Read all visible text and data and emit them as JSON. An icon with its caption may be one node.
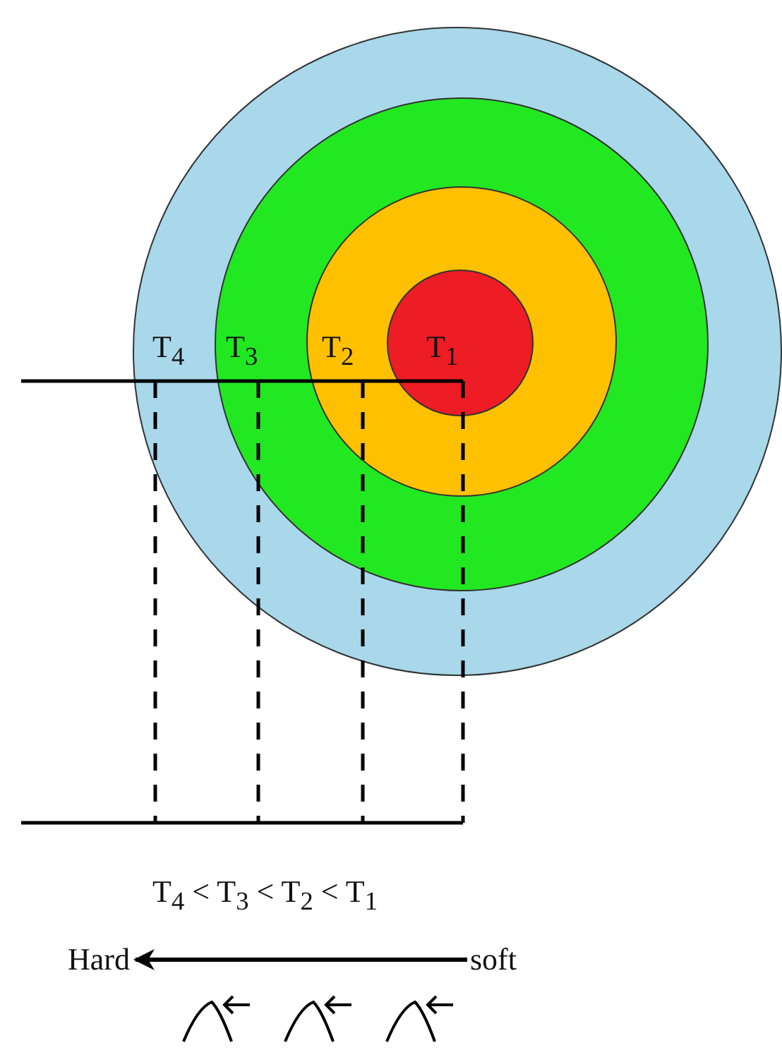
{
  "diagram": {
    "nodes": [
      {
        "text": [
          "T$_{4}$"
        ]
      },
      {
        "text": [
          "T$_{3}$"
        ],
        "in": 0
      },
      {
        "text": [
          "T$_{2}$"
        ],
        "in": 1
      },
      {
        "text": [
          "T$_{1}$"
        ],
        "in": 2
      },
      {
        "text": [
          "Hard"
        ]
      },
      {
        "text": [
          "soft"
        ]
      }
    ],
    "edges": [
      {
        "from": 5,
        "to": 4,
        "arrow": "to"
      }
    ],
    "labels": [
      "T$_{4}$ < T$_{3}$ < T$_{2}$ < T$_{1}$"
    ]
  }
}
